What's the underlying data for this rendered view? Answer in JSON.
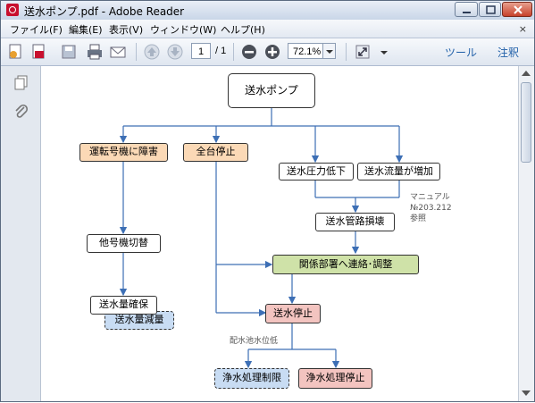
{
  "window": {
    "title": "送水ポンプ.pdf - Adobe Reader"
  },
  "menu": {
    "items": [
      "ファイル(F)",
      "編集(E)",
      "表示(V)",
      "ウィンドウ(W)",
      "ヘルプ(H)"
    ],
    "close_glyph": "×"
  },
  "toolbar": {
    "page_current": "1",
    "page_total": "/ 1",
    "zoom": "72.1%",
    "tools_label": "ツール",
    "comment_label": "注釈"
  },
  "flowchart": {
    "root": "送水ポンプ",
    "failure": "運転号機に障害",
    "stop_all": "全台停止",
    "pressure_drop": "送水圧力低下",
    "flow_increase": "送水流量が増加",
    "pipe_damage": "送水管路損壊",
    "manual_note": [
      "マニュアル",
      "№203.212",
      "参照"
    ],
    "switch": "他号機切替",
    "contact": "関係部署へ連絡･調整",
    "secure": "送水量確保",
    "reduce": "送水量減量",
    "stop_supply": "送水停止",
    "reservoir_note": "配水池水位低",
    "limit": "浄水処理制限",
    "stop_treatment": "浄水処理停止"
  },
  "colors": {
    "orange_fill": "#fbd9b6",
    "green_fill": "#cfe2a8",
    "pink_fill": "#f3c4c0",
    "blue_fill": "#c8dcf3",
    "arrow": "#3d6fb5"
  }
}
